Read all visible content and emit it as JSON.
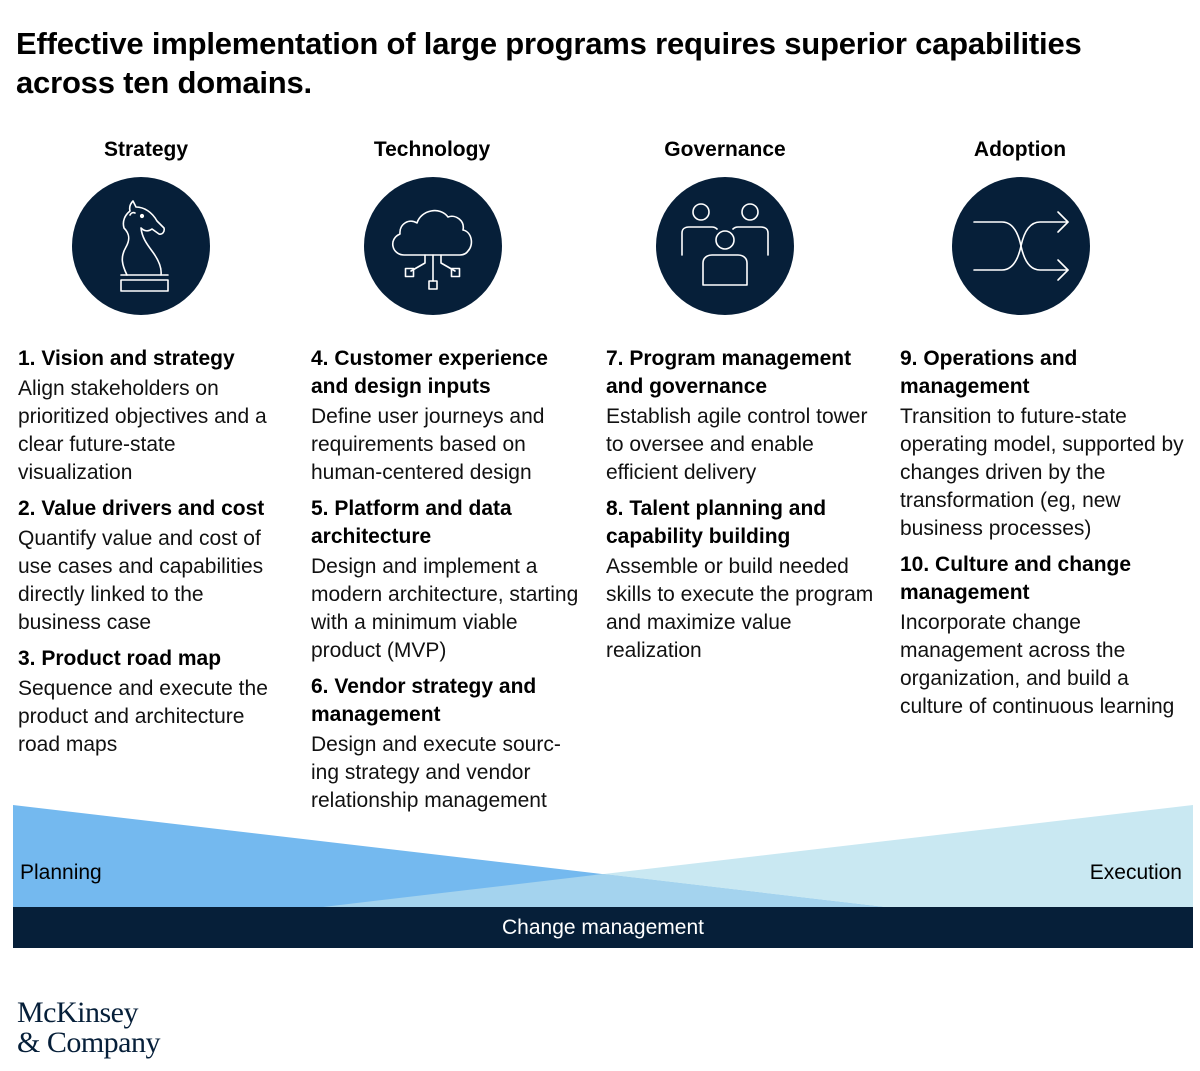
{
  "title": "Effective implementation of large programs requires superior capabilities across ten domains.",
  "columns": [
    {
      "heading": "Strategy",
      "icon": "chess-knight-icon",
      "items": [
        {
          "title": "1. Vision and strategy",
          "desc": "Align stakeholders on prioritized objectives and a clear future-state visualization"
        },
        {
          "title": "2. Value drivers and cost",
          "desc": "Quantify value and cost of use cases and capabilities directly linked to the business case"
        },
        {
          "title": "3. Product road map",
          "desc": "Sequence and execute the product and architecture road maps"
        }
      ]
    },
    {
      "heading": "Technology",
      "icon": "cloud-network-icon",
      "items": [
        {
          "title": "4. Customer experience and design inputs",
          "desc": "Define user journeys and requirements based on human-centered design"
        },
        {
          "title": "5. Platform and data architecture",
          "desc": "Design and implement a modern architecture, starting with a minimum viable product (MVP)"
        },
        {
          "title": "6. Vendor strategy and management",
          "desc": "Design and execute sourc-ing strategy and vendor relationship management"
        }
      ]
    },
    {
      "heading": "Governance",
      "icon": "people-group-icon",
      "items": [
        {
          "title": "7. Program management and governance",
          "desc": "Establish agile control tower to oversee and enable efficient delivery"
        },
        {
          "title": "8. Talent planning and capability building",
          "desc": "Assemble or build needed skills to execute the program and maximize value realization"
        }
      ]
    },
    {
      "heading": "Adoption",
      "icon": "shuffle-arrows-icon",
      "items": [
        {
          "title": "9. Operations and management",
          "desc": "Transition to future-state operating model, supported by changes driven by the transformation (eg, new business processes)"
        },
        {
          "title": "10. Culture and change management",
          "desc": "Incorporate change management across the organization, and build a culture of continuous learning"
        }
      ]
    }
  ],
  "bottom": {
    "planning": "Planning",
    "execution": "Execution",
    "change_management": "Change management"
  },
  "logo": {
    "line1": "McKinsey",
    "line2": "& Company"
  },
  "colors": {
    "navy": "#061f39",
    "planning_blue": "#74b9ef",
    "execution_blue": "#c9e8f2"
  }
}
